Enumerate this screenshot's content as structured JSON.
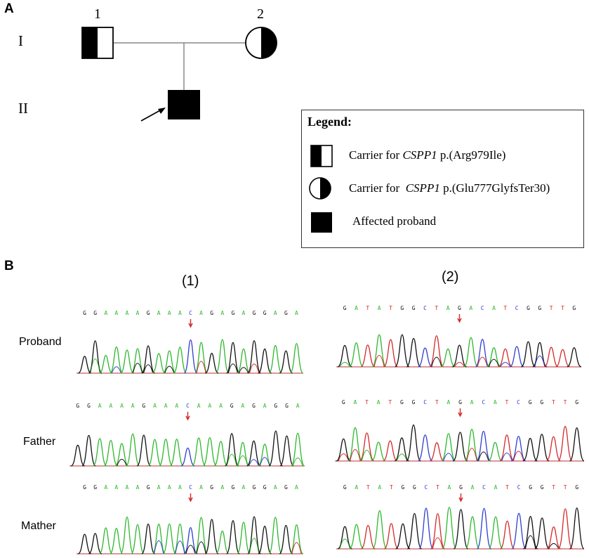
{
  "panels": {
    "a": "A",
    "b": "B"
  },
  "pedigree": {
    "generations": [
      "I",
      "II"
    ],
    "individual_numbers": [
      "1",
      "2"
    ]
  },
  "legend": {
    "title": "Legend:",
    "items": [
      {
        "symbol": "half-filled-square-icon",
        "prefix": "Carrier for ",
        "gene": "CSPP1",
        "suffix": " p.(Arg979Ile)"
      },
      {
        "symbol": "half-filled-circle-icon",
        "prefix": "Carrier for  ",
        "gene": "CSPP1",
        "suffix": " p.(Glu777GlyfsTer30)"
      },
      {
        "symbol": "filled-square-icon",
        "prefix": "Affected proband",
        "gene": "",
        "suffix": ""
      }
    ]
  },
  "sequencing": {
    "column_labels": [
      "(1)",
      "(2)"
    ],
    "row_labels": [
      "Proband",
      "Father",
      "Mather"
    ],
    "sequences": {
      "col1": [
        "GGAAAAGAAACAGAGAGGAGA",
        "GGAAAAGAAACAAAGAGAGGA",
        "GGAAAAGAAACAGAGAGGAGA"
      ],
      "col2": [
        "GATATGGCTAGACATCGGTTG",
        "GATATGGCTAGACATCGGTTG",
        "GATATGGCTAGACATCGGTTG"
      ]
    },
    "base_colors": {
      "A": "#2db82d",
      "C": "#2f3fd0",
      "G": "#111111",
      "T": "#d42a2a"
    },
    "marker_color": "#d42a2a"
  }
}
